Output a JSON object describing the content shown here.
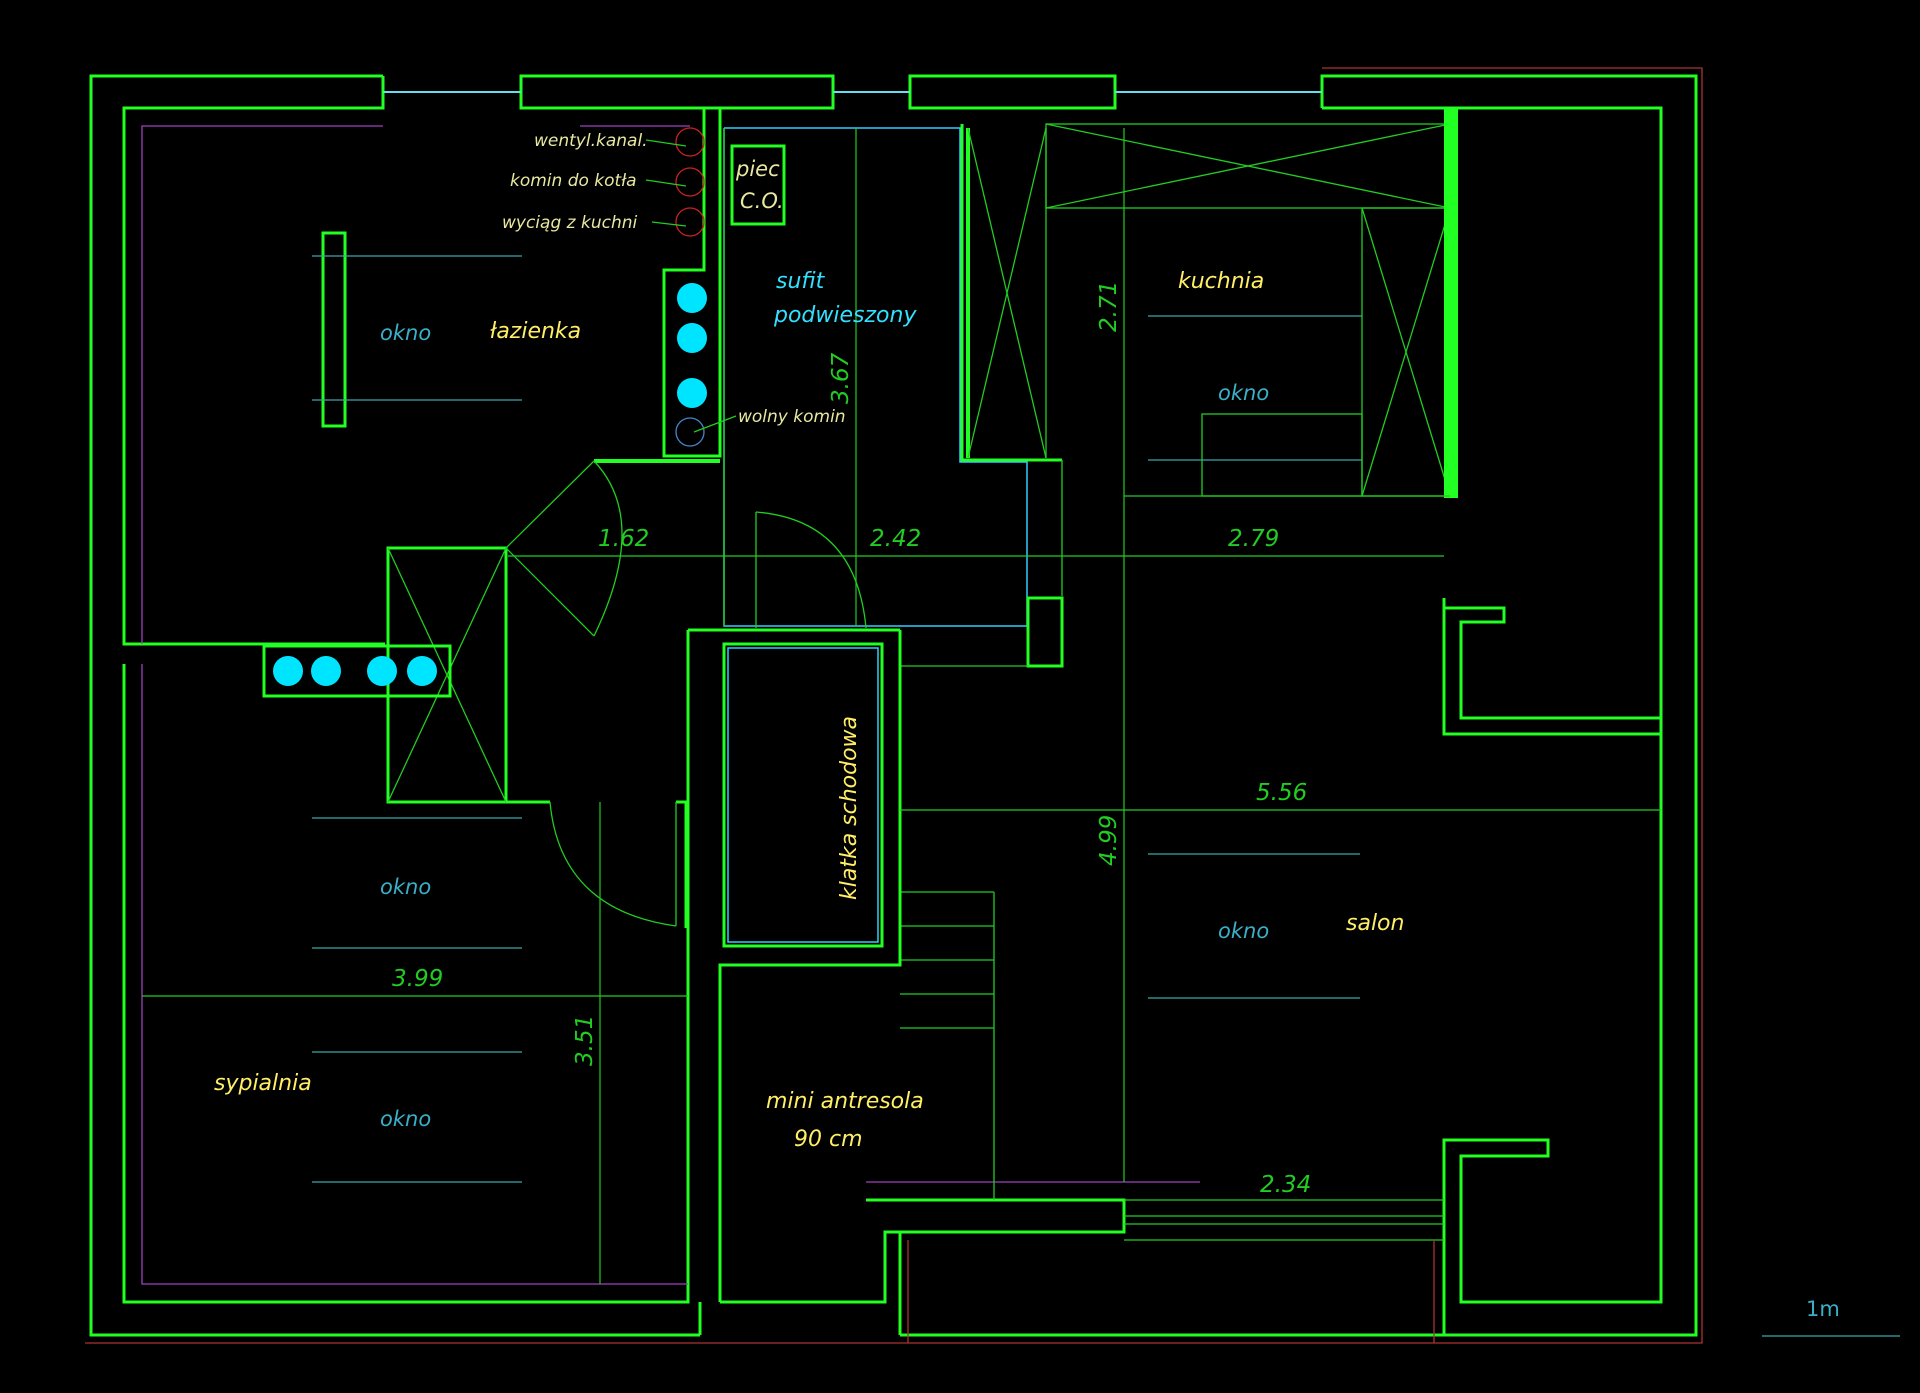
{
  "rooms": {
    "bathroom": "łazienka",
    "kitchen": "kuchnia",
    "living_room": "salon",
    "bedroom": "sypialnia",
    "staircase": "klatka schodowa",
    "mezzanine_line1": "mini antresola",
    "mezzanine_line2": "90 cm"
  },
  "ceiling": {
    "line1": "sufit",
    "line2": "podwieszony"
  },
  "boiler": {
    "line1": "piec",
    "line2": "C.O."
  },
  "annotations": {
    "vent": "wentyl.kanal.",
    "boiler_chimney": "komin do kotła",
    "kitchen_exhaust": "wyciąg z kuchni",
    "free_chimney": "wolny komin"
  },
  "windows": {
    "label": "okno"
  },
  "dimensions": {
    "d_1_62": "1.62",
    "d_2_42": "2.42",
    "d_2_79": "2.79",
    "d_3_67": "3.67",
    "d_2_71": "2.71",
    "d_5_56": "5.56",
    "d_4_99": "4.99",
    "d_3_99": "3.99",
    "d_3_51": "3.51",
    "d_2_34": "2.34"
  },
  "scale": {
    "label": "1m"
  },
  "colors": {
    "background": "#000000",
    "walls": "#22ff22",
    "room_labels": "#ffee66",
    "window_labels": "#3ab0c8",
    "ducts": "#00e5ff"
  }
}
